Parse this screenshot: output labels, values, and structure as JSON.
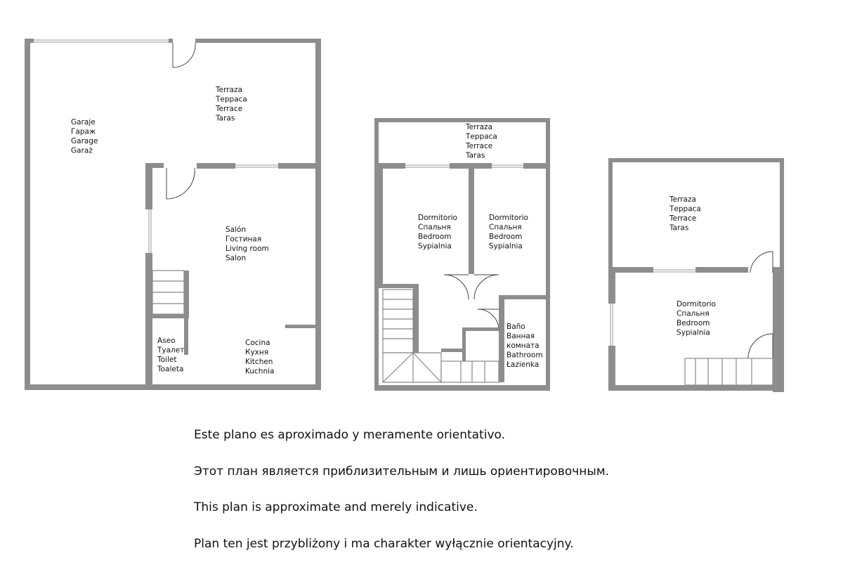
{
  "rooms": {
    "garage": [
      "Garaje",
      "Гараж",
      "Garage",
      "Garaż"
    ],
    "terrace_ground": [
      "Terraza",
      "Терраса",
      "Terrace",
      "Taras"
    ],
    "living": [
      "Salón",
      "Гостиная",
      "Living room",
      "Salon"
    ],
    "toilet": [
      "Aseo",
      "Туалет",
      "Toilet",
      "Toaleta"
    ],
    "kitchen": [
      "Cocina",
      "Кухня",
      "Kitchen",
      "Kuchnia"
    ],
    "terrace_first": [
      "Terraza",
      "Терраса",
      "Terrace",
      "Taras"
    ],
    "bedroom_left": [
      "Dormitorio",
      "Спальня",
      "Bedroom",
      "Sypialnia"
    ],
    "bedroom_right": [
      "Dormitorio",
      "Спальня",
      "Bedroom",
      "Sypialnia"
    ],
    "bathroom": [
      "Baño",
      "Ванная",
      "комната",
      "Bathroom",
      "Łazienka"
    ],
    "terrace_top": [
      "Terraza",
      "Терраса",
      "Terrace",
      "Taras"
    ],
    "bedroom_top": [
      "Dormitorio",
      "Спальня",
      "Bedroom",
      "Sypialnia"
    ]
  },
  "notes": {
    "es": "Este plano es aproximado y meramente orientativo.",
    "ru": "Этот план является приблизительным и лишь ориентировочным.",
    "en": "This plan is approximate and merely indicative.",
    "pl": "Plan ten jest przybliżony i ma charakter wyłącznie orientacyjny."
  },
  "colors": {
    "wall": "#8d8d8d",
    "text": "#111111"
  }
}
